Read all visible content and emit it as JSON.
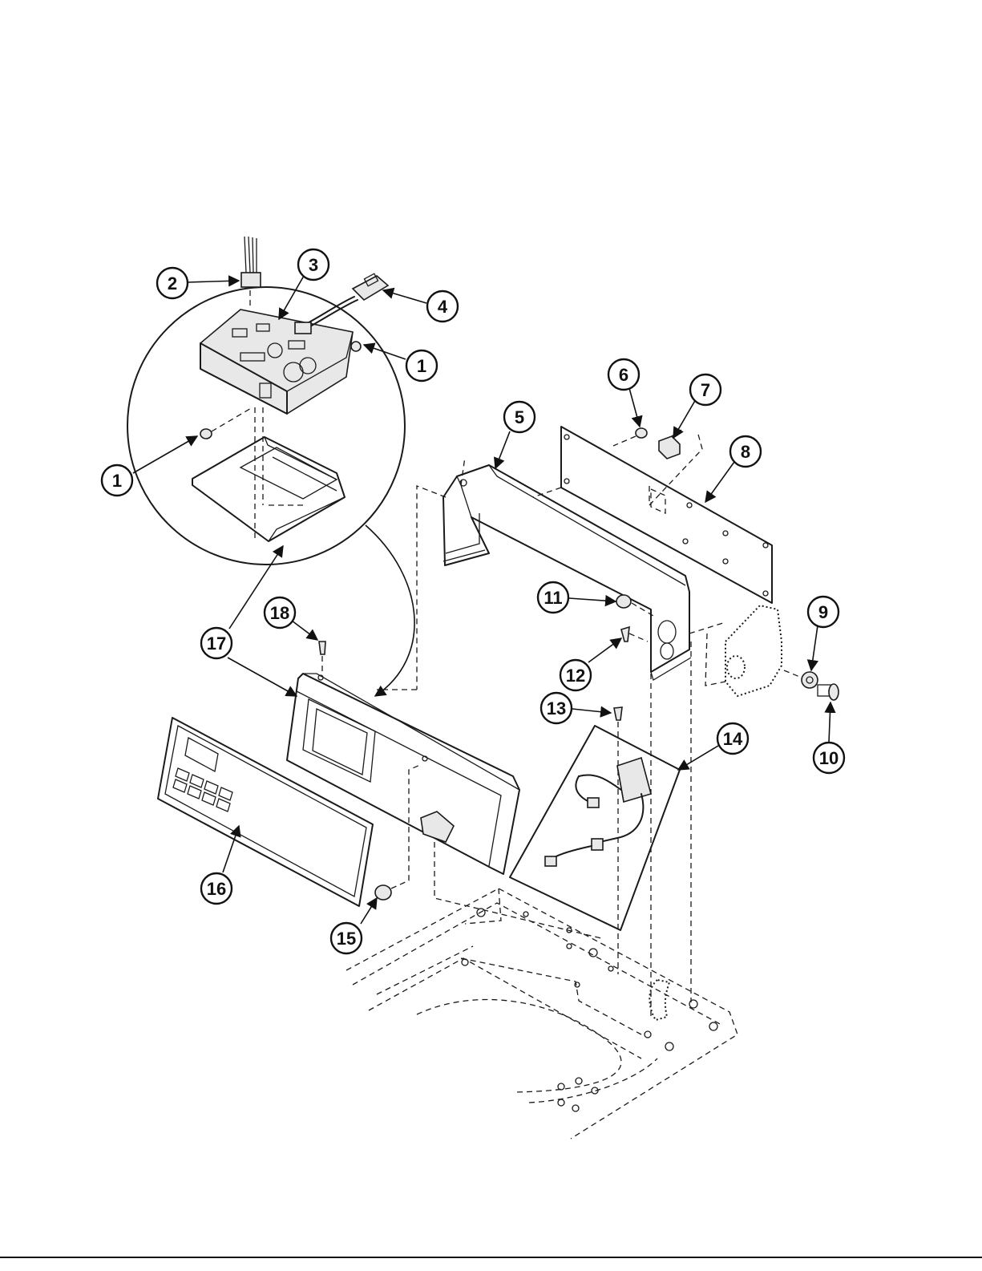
{
  "callouts": [
    {
      "id": "c1a",
      "label": "1"
    },
    {
      "id": "c1b",
      "label": "1"
    },
    {
      "id": "c2",
      "label": "2"
    },
    {
      "id": "c3",
      "label": "3"
    },
    {
      "id": "c4",
      "label": "4"
    },
    {
      "id": "c5",
      "label": "5"
    },
    {
      "id": "c6",
      "label": "6"
    },
    {
      "id": "c7",
      "label": "7"
    },
    {
      "id": "c8",
      "label": "8"
    },
    {
      "id": "c9",
      "label": "9"
    },
    {
      "id": "c10",
      "label": "10"
    },
    {
      "id": "c11",
      "label": "11"
    },
    {
      "id": "c12",
      "label": "12"
    },
    {
      "id": "c13",
      "label": "13"
    },
    {
      "id": "c14",
      "label": "14"
    },
    {
      "id": "c15",
      "label": "15"
    },
    {
      "id": "c16",
      "label": "16"
    },
    {
      "id": "c17",
      "label": "17"
    },
    {
      "id": "c18",
      "label": "18"
    }
  ]
}
